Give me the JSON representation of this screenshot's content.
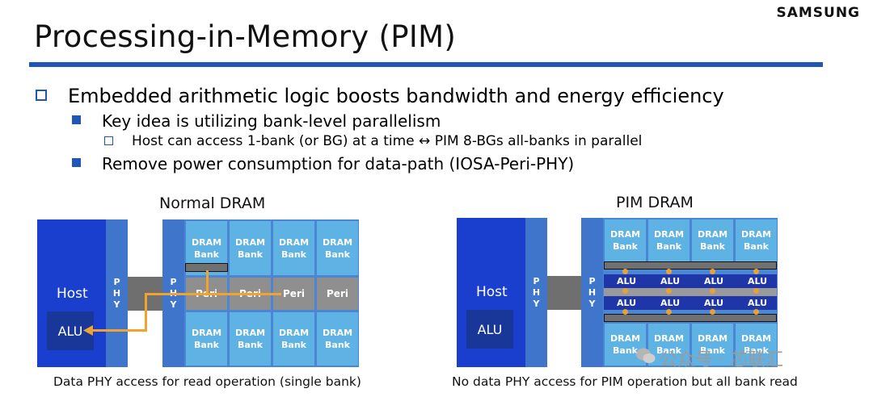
{
  "header": {
    "brand": "SAMSUNG",
    "title": "Processing-in-Memory (PIM)"
  },
  "bullets": {
    "level1": "Embedded arithmetic logic boosts bandwidth and energy efficiency",
    "level2a": "Key idea is utilizing bank-level parallelism",
    "level3": "Host can access 1-bank (or BG) at a time ↔ PIM 8-BGs all-banks in parallel",
    "level2b": "Remove power consumption for data-path (IOSA-Peri-PHY)"
  },
  "normal": {
    "title": "Normal DRAM",
    "host": "Host",
    "alu": "ALU",
    "phy_letters": [
      "P",
      "H",
      "Y"
    ],
    "bank_label": "DRAM\nBank",
    "peri_label": "Peri",
    "caption": "Data PHY access for read operation (single bank)"
  },
  "pim": {
    "title": "PIM DRAM",
    "host": "Host",
    "alu": "ALU",
    "phy_letters": [
      "P",
      "H",
      "Y"
    ],
    "bank_label": "DRAM\nBank",
    "alu_label": "ALU",
    "caption": "No data PHY access for PIM operation but all bank read"
  },
  "watermark": "公众号 · 芯联汇",
  "colors": {
    "accent": "#1f56b8",
    "host": "#1a3fcf",
    "bank": "#5fb3e4",
    "peri": "#8f8f8f",
    "alu_row": "#1f36a8",
    "data_path": "#f0a330"
  }
}
